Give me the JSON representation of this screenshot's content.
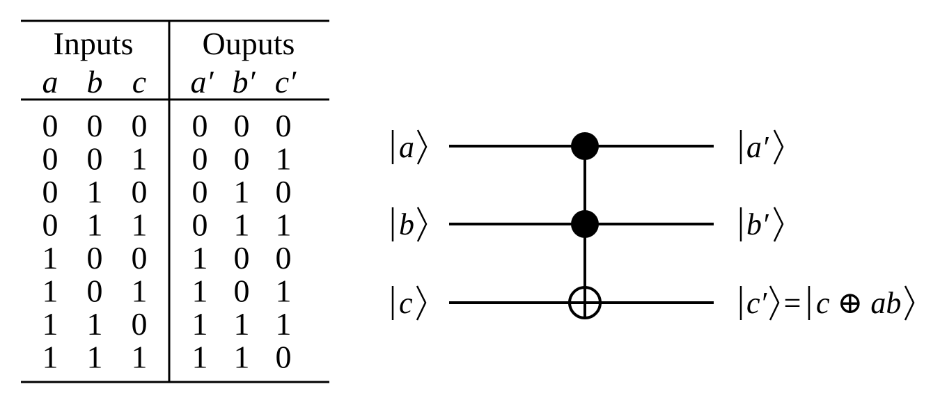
{
  "truth_table": {
    "inputs_header": "Inputs",
    "outputs_header": "Ouputs",
    "input_vars": [
      "a",
      "b",
      "c"
    ],
    "output_vars": [
      "a′",
      "b′",
      "c′"
    ],
    "rows": [
      [
        "0",
        "0",
        "0",
        "0",
        "0",
        "0"
      ],
      [
        "0",
        "0",
        "1",
        "0",
        "0",
        "1"
      ],
      [
        "0",
        "1",
        "0",
        "0",
        "1",
        "0"
      ],
      [
        "0",
        "1",
        "1",
        "0",
        "1",
        "1"
      ],
      [
        "1",
        "0",
        "0",
        "1",
        "0",
        "0"
      ],
      [
        "1",
        "0",
        "1",
        "1",
        "0",
        "1"
      ],
      [
        "1",
        "1",
        "0",
        "1",
        "1",
        "1"
      ],
      [
        "1",
        "1",
        "1",
        "1",
        "1",
        "0"
      ]
    ]
  },
  "circuit": {
    "inputs": [
      {
        "ket": "a"
      },
      {
        "ket": "b"
      },
      {
        "ket": "c"
      }
    ],
    "outputs": [
      {
        "ket": "a′"
      },
      {
        "ket": "b′"
      },
      {
        "ket": "c′",
        "equals": "=",
        "rhs_ket": "c ⊕ ab"
      }
    ]
  }
}
